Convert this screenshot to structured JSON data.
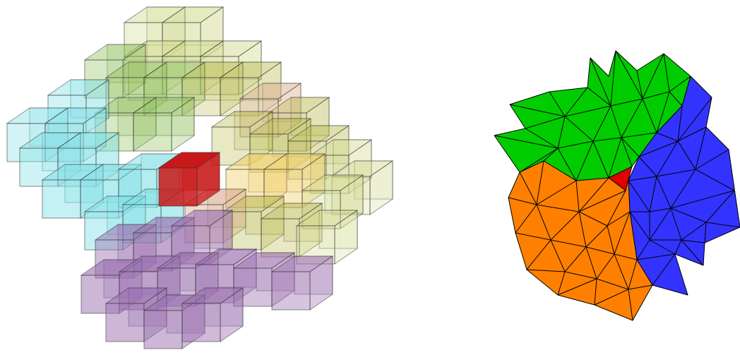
{
  "figure": {
    "panels": [
      {
        "id": "voxel-partition",
        "kind": "3D voxel cube partition"
      },
      {
        "id": "triangle-mesh-partition",
        "kind": "2D triangulated mesh partition"
      }
    ],
    "colors": {
      "voxel_green": "#8fbf5a",
      "voxel_yellowgreen": "#cfd98a",
      "voxel_cyan": "#7fe0e6",
      "voxel_olive": "#b8b84a",
      "voxel_gold": "#f0d06a",
      "voxel_tan": "#d9a98a",
      "voxel_purple": "#9a6fb0",
      "voxel_red": "#c81818",
      "mesh_green": "#00cc00",
      "mesh_blue": "#3333ff",
      "mesh_orange": "#ff8000",
      "mesh_red": "#e00000",
      "stroke": "#000000"
    }
  }
}
